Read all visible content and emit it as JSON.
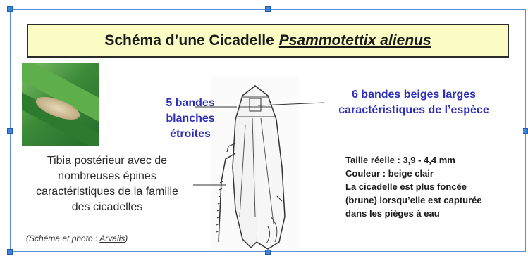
{
  "title": {
    "main": "Schéma d’une Cicadelle",
    "species": "Psammotettix alienus"
  },
  "labels": {
    "five_bands": [
      "5 bandes",
      "blanches",
      "étroites"
    ],
    "six_bands": [
      "6 bandes beiges larges",
      "caractéristiques de l’espèce"
    ],
    "tibia": [
      "Tibia postérieur avec de",
      "nombreuses épines",
      "caractéristiques de la famille",
      "des cicadelles"
    ]
  },
  "info": {
    "size": "Taille réelle : 3,9 - 4,4 mm",
    "color": "Couleur : beige clair",
    "note": [
      "La cicadelle est plus foncée",
      "(brune) lorsqu’elle est capturée",
      "dans les pièges à eau"
    ]
  },
  "credit": {
    "prefix": "(Schéma et photo : ",
    "source": "Arvalis",
    "suffix": ")"
  },
  "colors": {
    "title_bg": "#fbfbc4",
    "label_blue": "#2d2fb8",
    "selection": "#3e84d8"
  },
  "icons": [
    "leafhopper-photo",
    "leafhopper-drawing"
  ]
}
